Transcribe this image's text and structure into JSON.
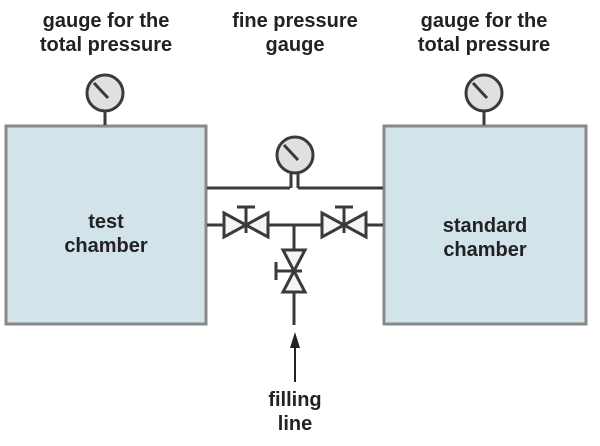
{
  "diagram": {
    "labels": {
      "left_gauge": [
        "gauge for the",
        "total pressure"
      ],
      "fine_gauge": [
        "fine pressure",
        "gauge"
      ],
      "right_gauge": [
        "gauge for the",
        "total pressure"
      ],
      "test_chamber": [
        "test",
        "chamber"
      ],
      "standard_chamber": [
        "standard",
        "chamber"
      ],
      "filling_line": [
        "filling",
        "line"
      ]
    },
    "colors": {
      "chamber_fill": "#d3e3ea",
      "chamber_border": "#888888",
      "pipe": "#3a3a3a",
      "gauge_fill": "#e0e0e0",
      "valve_fill": "#f4f6f6",
      "text": "#222222"
    }
  }
}
